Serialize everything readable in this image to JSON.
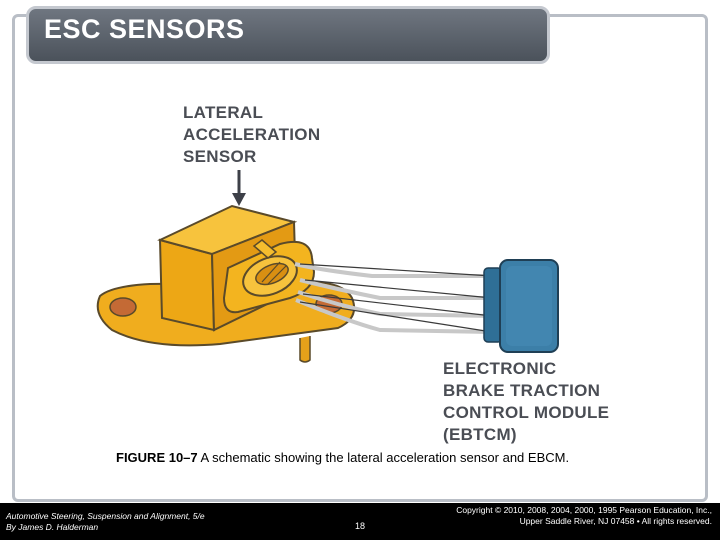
{
  "title": "ESC SENSORS",
  "labels": {
    "sensor": [
      "LATERAL",
      "ACCELERATION",
      "SENSOR"
    ],
    "module": [
      "ELECTRONIC",
      "BRAKE TRACTION",
      "CONTROL MODULE",
      "(EBTCM)"
    ]
  },
  "caption": {
    "figure": "FIGURE 10–7",
    "text": " A schematic showing the lateral acceleration sensor and EBCM."
  },
  "footer": {
    "book_line1": "Automotive Steering, Suspension and Alignment, 5/e",
    "book_line2": "By James D. Halderman",
    "page_number": "18",
    "copyright_line1": "Copyright © 2010, 2008, 2004, 2000, 1995 Pearson Education, Inc.,",
    "copyright_line2": "Upper Saddle River, NJ 07458 • All rights reserved."
  },
  "colors": {
    "sensor_body": "#f2b21c",
    "module": "#3c7fa8",
    "header": "#5c636c"
  }
}
